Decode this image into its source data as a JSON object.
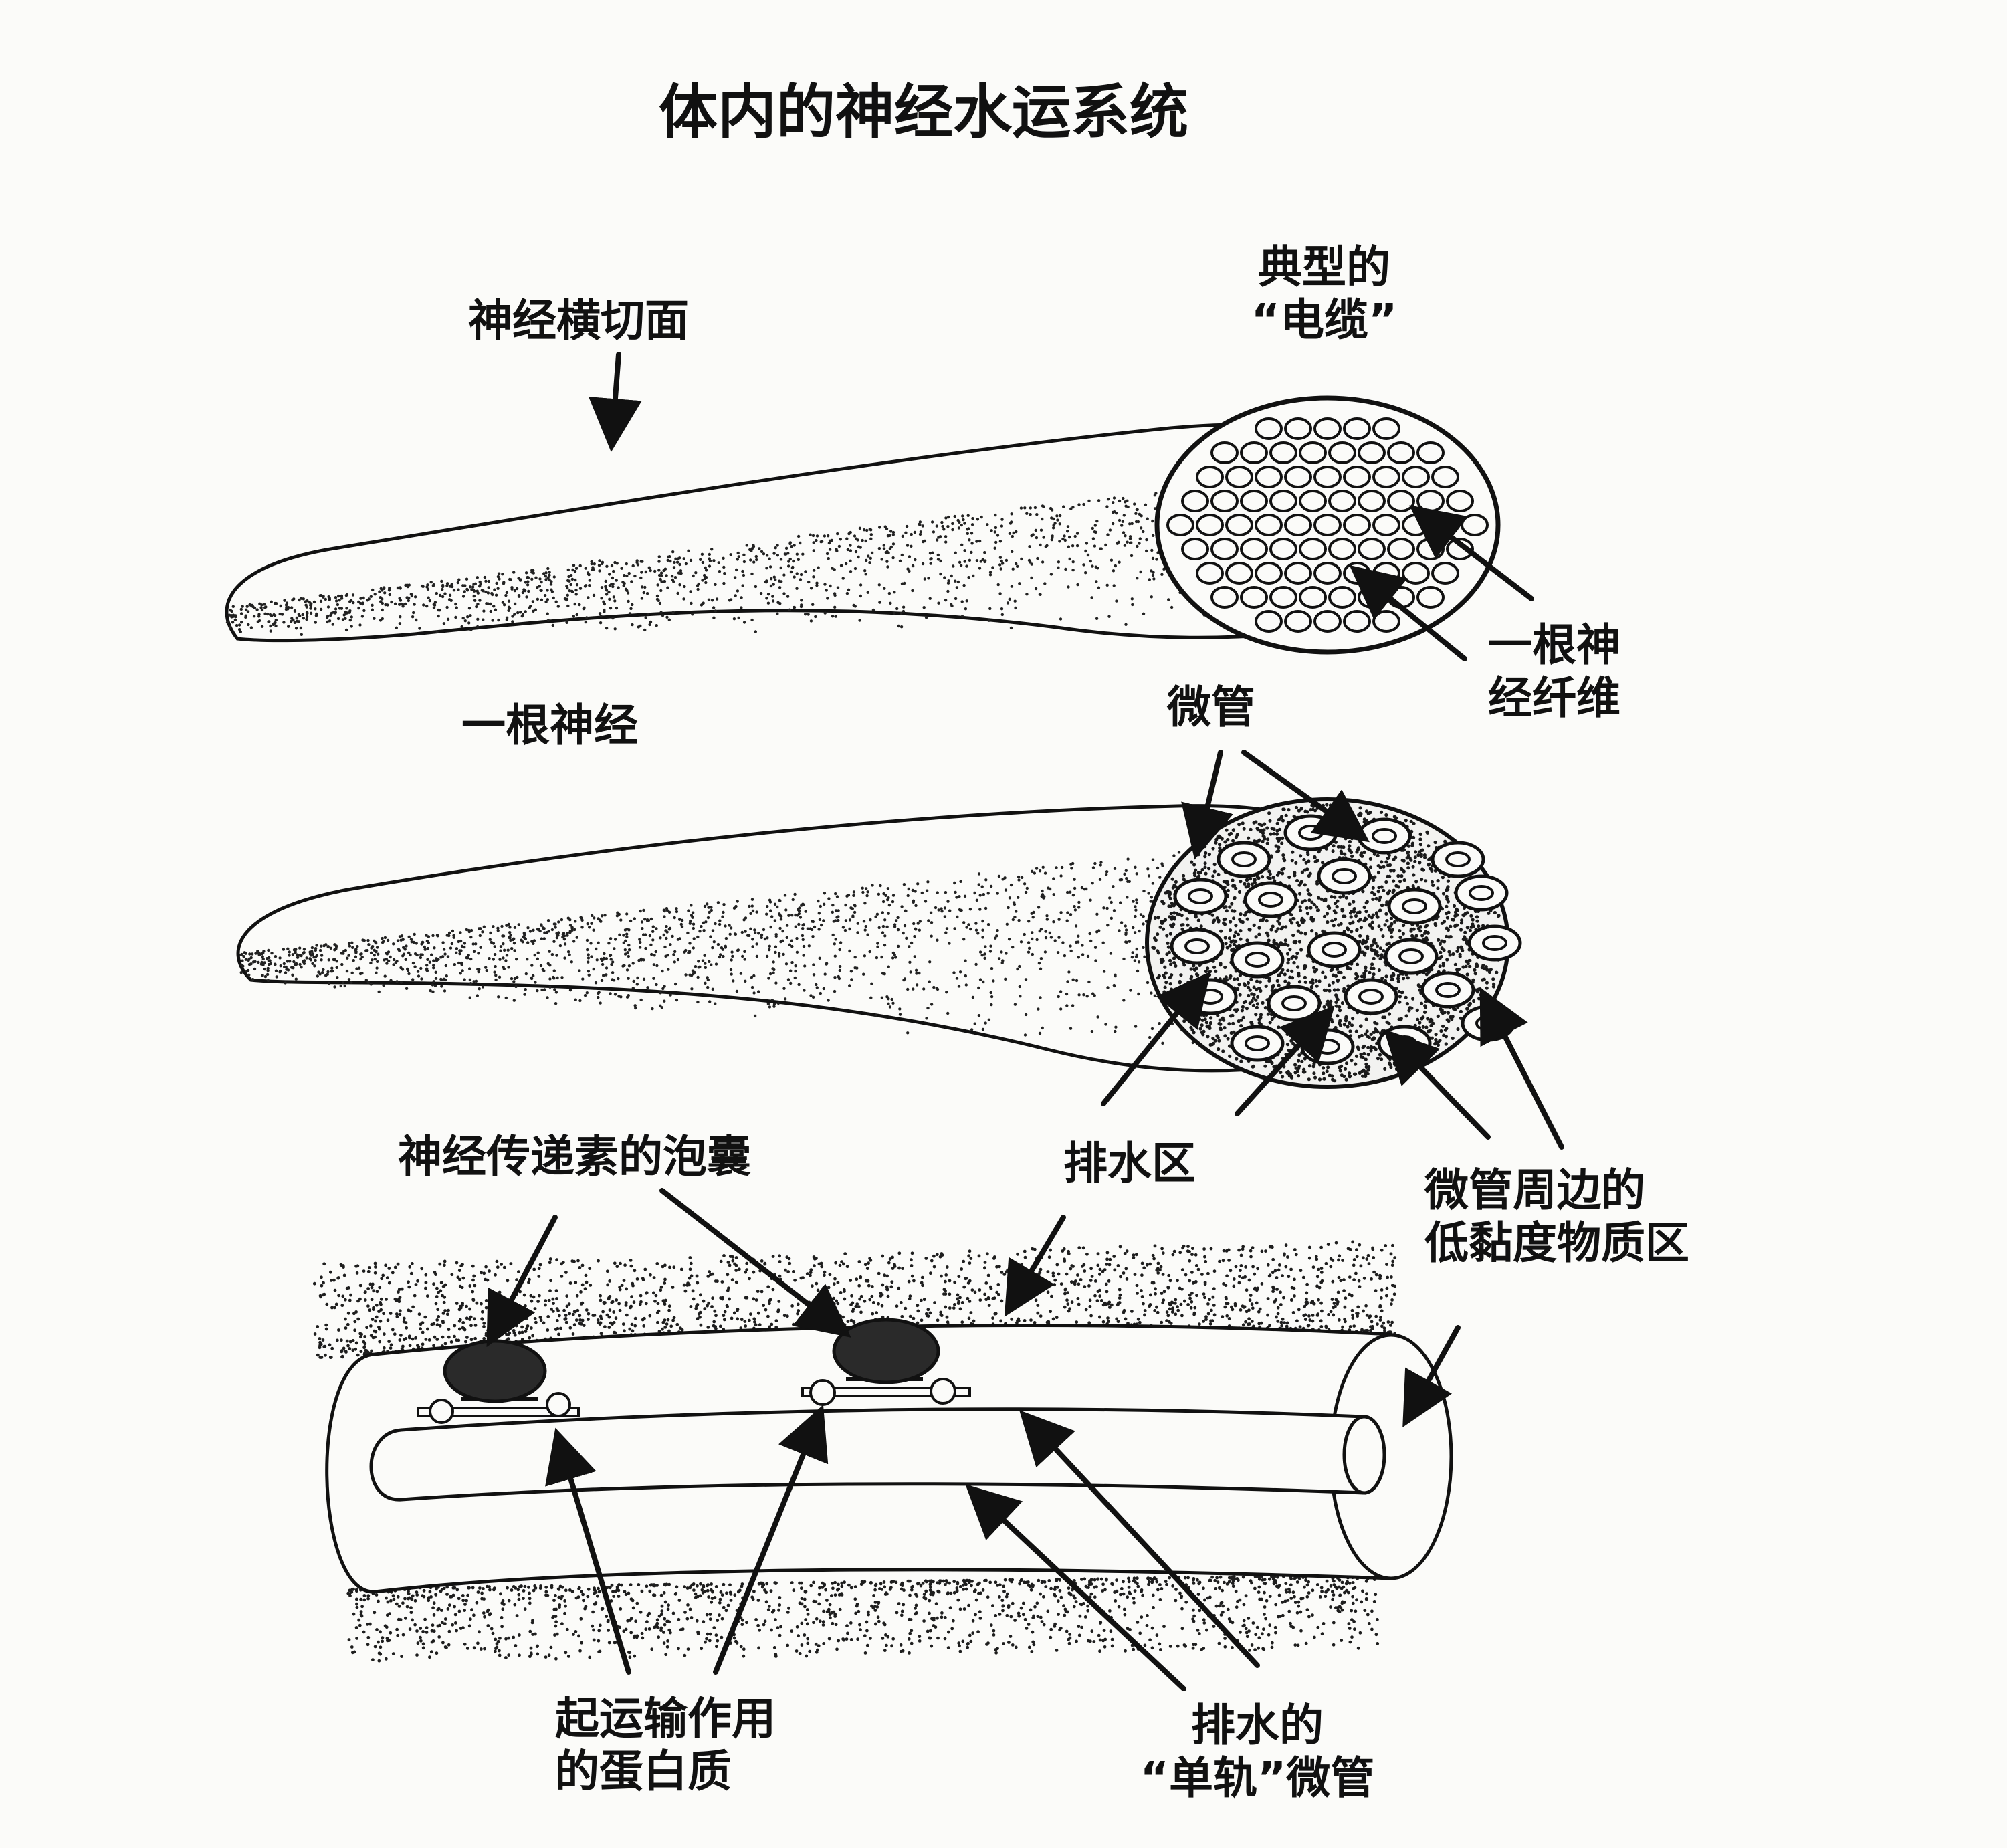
{
  "title": "体内的神经水运系统",
  "labels": {
    "cross_section": "神经横切面",
    "typical_cable_line1": "典型的",
    "typical_cable_line2": "“电缆”",
    "one_nerve": "一根神经",
    "fiber_line1": "一根神",
    "fiber_line2": "经纤维",
    "microtubule": "微管",
    "vesicle": "神经传递素的泡囊",
    "drainage_zone": "排水区",
    "low_viscosity_line1": "微管周边的",
    "low_viscosity_line2": "低黏度物质区",
    "transport_protein_line1": "起运输作用",
    "transport_protein_line2": "的蛋白质",
    "monorail_line1": "排水的",
    "monorail_line2": "“单轨”微管"
  },
  "icons": {
    "nerve_upper": "nerve-bundle-icon",
    "nerve_middle": "nerve-fiber-icon",
    "axon_tube": "microtubule-tube-icon",
    "vesicle": "vesicle-icon"
  },
  "colors": {
    "ink": "#111111",
    "paper": "#fbfbf9",
    "stipple": "#222222",
    "vesicle_fill": "#2a2a2a"
  }
}
